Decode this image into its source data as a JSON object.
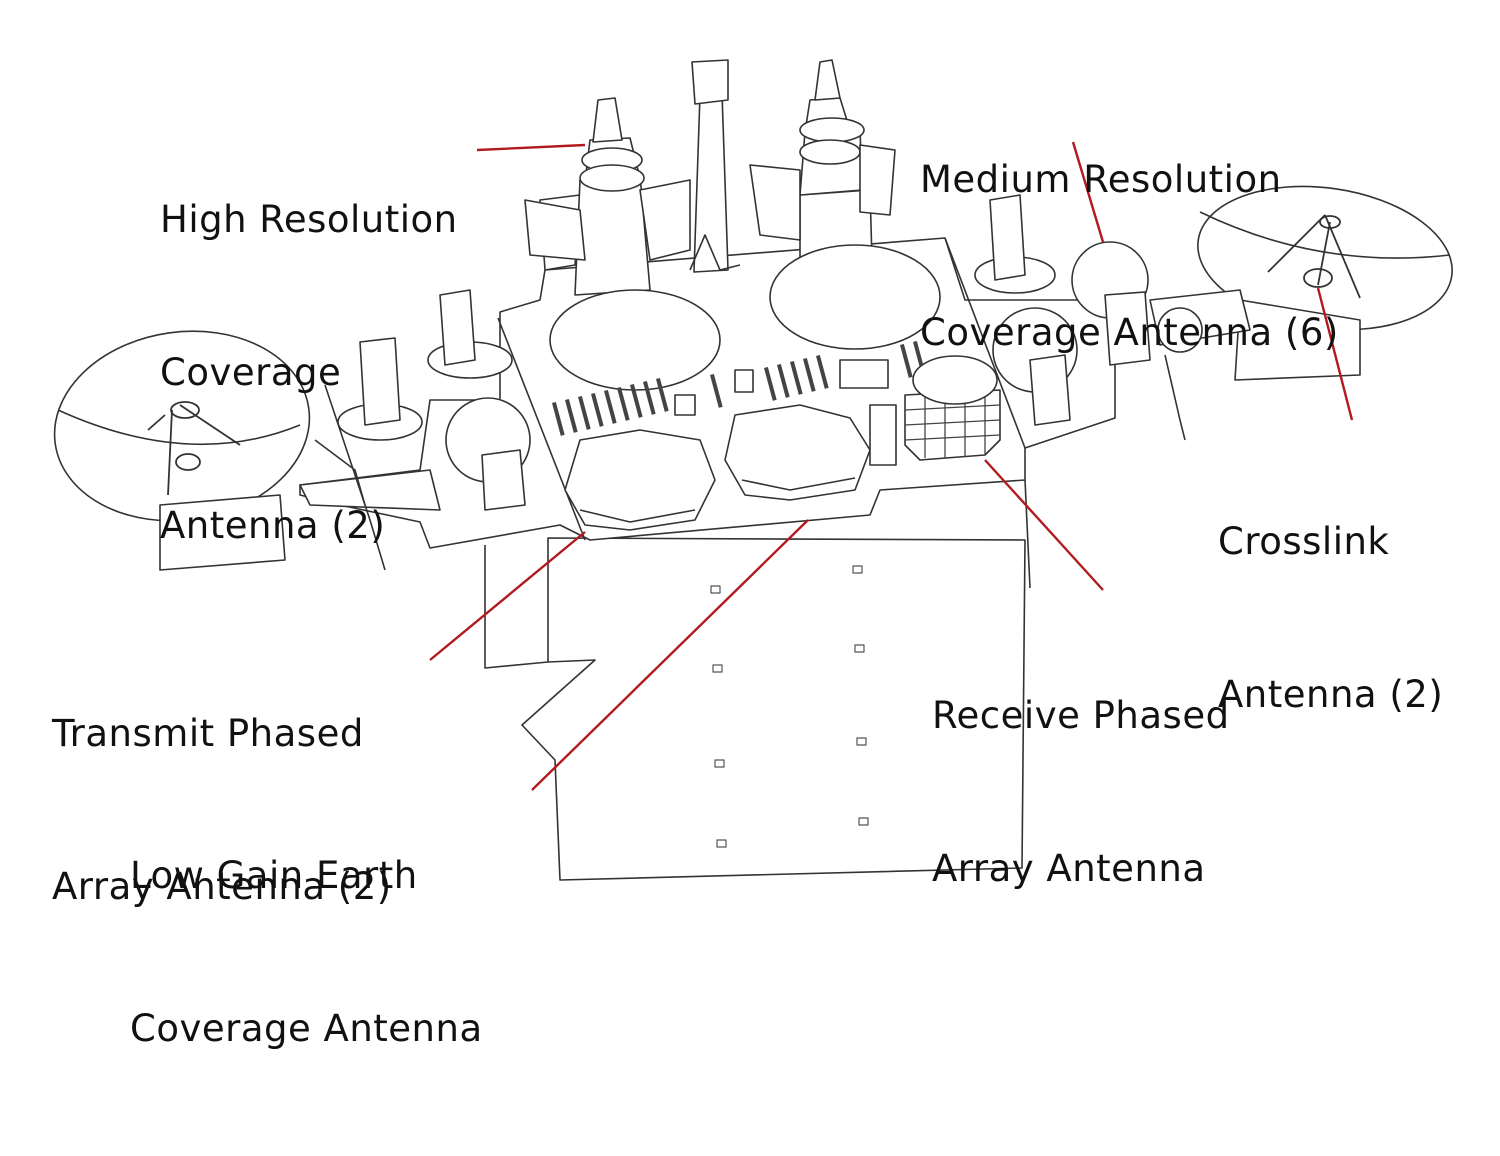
{
  "labels": {
    "high_resolution": {
      "line1": "High Resolution",
      "line2": "Coverage",
      "line3": "Antenna (2)"
    },
    "medium_resolution": {
      "line1": "Medium Resolution",
      "line2": "Coverage Antenna (6)"
    },
    "crosslink": {
      "line1": "Crosslink",
      "line2": "Antenna (2)"
    },
    "transmit_phased": {
      "line1": "Transmit Phased",
      "line2": "Array Antenna (2)"
    },
    "receive_phased": {
      "line1": "Receive Phased",
      "line2": "Array Antenna"
    },
    "low_gain": {
      "line1": "Low Gain Earth",
      "line2": "Coverage Antenna"
    }
  },
  "colors": {
    "leader_line": "#b11a1f",
    "drawing_stroke": "#333333",
    "text": "#111111"
  }
}
